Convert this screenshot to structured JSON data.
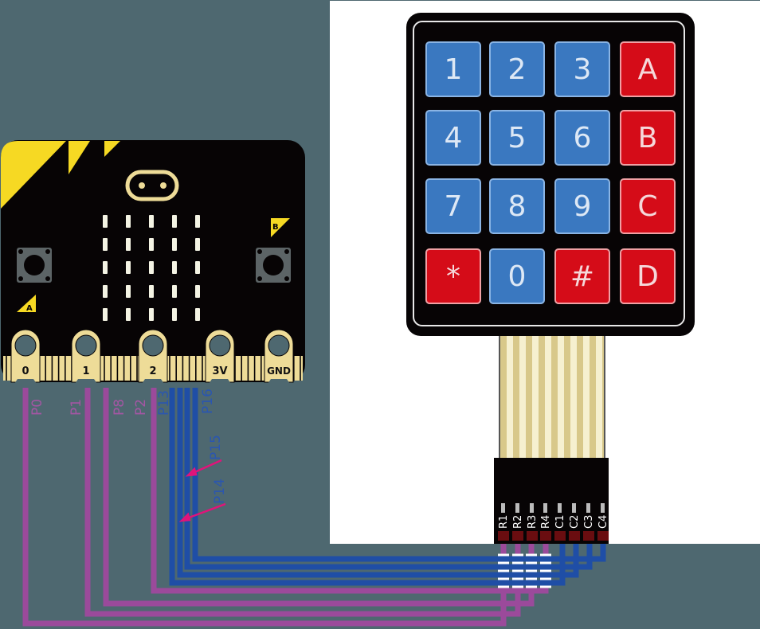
{
  "colors": {
    "background": "#4e6870",
    "wire_row": "#9b4a9b",
    "wire_col": "#1f4ea6",
    "arrow": "#e0147a",
    "key_blue": "#3a78c0",
    "key_red": "#d50c18",
    "board_black": "#070405",
    "board_yellow": "#f6d923",
    "pad_gold": "#eedc98"
  },
  "microbit": {
    "buttons": {
      "a_label": "A",
      "b_label": "B"
    },
    "edge_pads": [
      "0",
      "1",
      "2",
      "3V",
      "GND"
    ],
    "led_matrix": {
      "rows": 5,
      "cols": 5
    }
  },
  "keypad": {
    "keys": [
      {
        "label": "1",
        "color": "blue"
      },
      {
        "label": "2",
        "color": "blue"
      },
      {
        "label": "3",
        "color": "blue"
      },
      {
        "label": "A",
        "color": "red"
      },
      {
        "label": "4",
        "color": "blue"
      },
      {
        "label": "5",
        "color": "blue"
      },
      {
        "label": "6",
        "color": "blue"
      },
      {
        "label": "B",
        "color": "red"
      },
      {
        "label": "7",
        "color": "blue"
      },
      {
        "label": "8",
        "color": "blue"
      },
      {
        "label": "9",
        "color": "blue"
      },
      {
        "label": "C",
        "color": "red"
      },
      {
        "label": "*",
        "color": "red"
      },
      {
        "label": "0",
        "color": "blue"
      },
      {
        "label": "#",
        "color": "red"
      },
      {
        "label": "D",
        "color": "red"
      }
    ],
    "connector_pins": [
      "R1",
      "R2",
      "R3",
      "R4",
      "C1",
      "C2",
      "C3",
      "C4"
    ]
  },
  "wires": {
    "labels": {
      "p0": "P0",
      "p1": "P1",
      "p8": "P8",
      "p2": "P2",
      "p13": "P13",
      "p16": "P16",
      "p15": "P15",
      "p14": "P14"
    },
    "connections": [
      {
        "from": "P0",
        "to": "R1"
      },
      {
        "from": "P1",
        "to": "R2"
      },
      {
        "from": "P8",
        "to": "R3"
      },
      {
        "from": "P2",
        "to": "R4"
      },
      {
        "from": "P13",
        "to": "C1"
      },
      {
        "from": "P14",
        "to": "C2"
      },
      {
        "from": "P15",
        "to": "C3"
      },
      {
        "from": "P16",
        "to": "C4"
      }
    ]
  }
}
